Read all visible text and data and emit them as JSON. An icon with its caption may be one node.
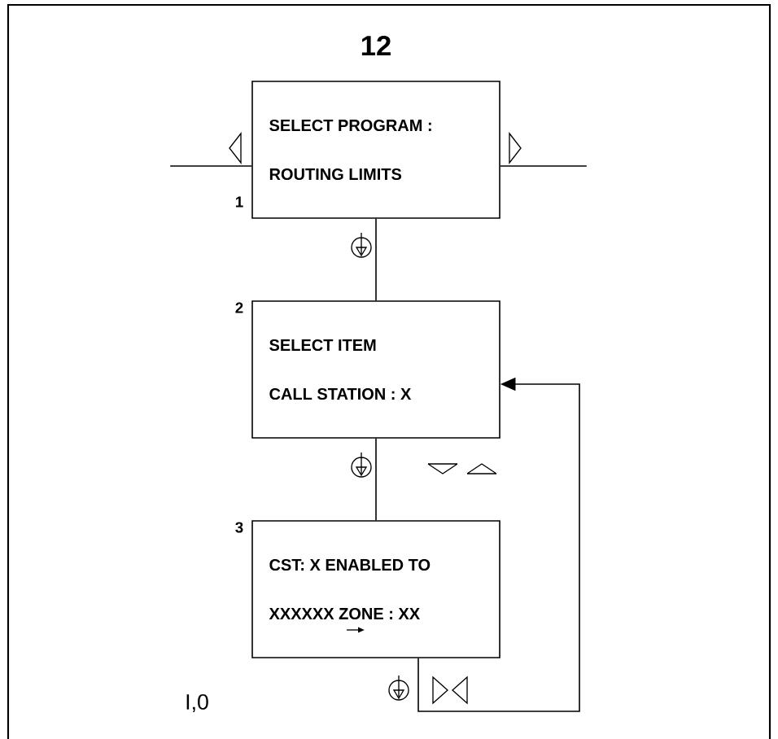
{
  "diagram": {
    "title": "12",
    "nodes": [
      {
        "text": [
          "SELECT PROGRAM :",
          "ROUTING LIMITS"
        ],
        "beside": [
          "1"
        ]
      },
      {
        "text": [
          "SELECT ITEM",
          "CALL STATION : X"
        ],
        "beside": [
          "2"
        ]
      },
      {
        "text": [
          "CST: X ENABLED TO",
          "XXXXXX ZONE : XX"
        ],
        "beside": [
          "3"
        ]
      }
    ],
    "edges": [
      {
        "from": null,
        "to": 0,
        "arrow": "none"
      },
      {
        "from": 0,
        "to": null,
        "arrow": "none"
      },
      {
        "from": 0,
        "to": 1,
        "arrow": "none"
      },
      {
        "from": 1,
        "to": 2,
        "arrow": "none"
      },
      {
        "from": 2,
        "to": 1,
        "arrow": "to"
      }
    ],
    "labels": [
      "I,0"
    ]
  }
}
